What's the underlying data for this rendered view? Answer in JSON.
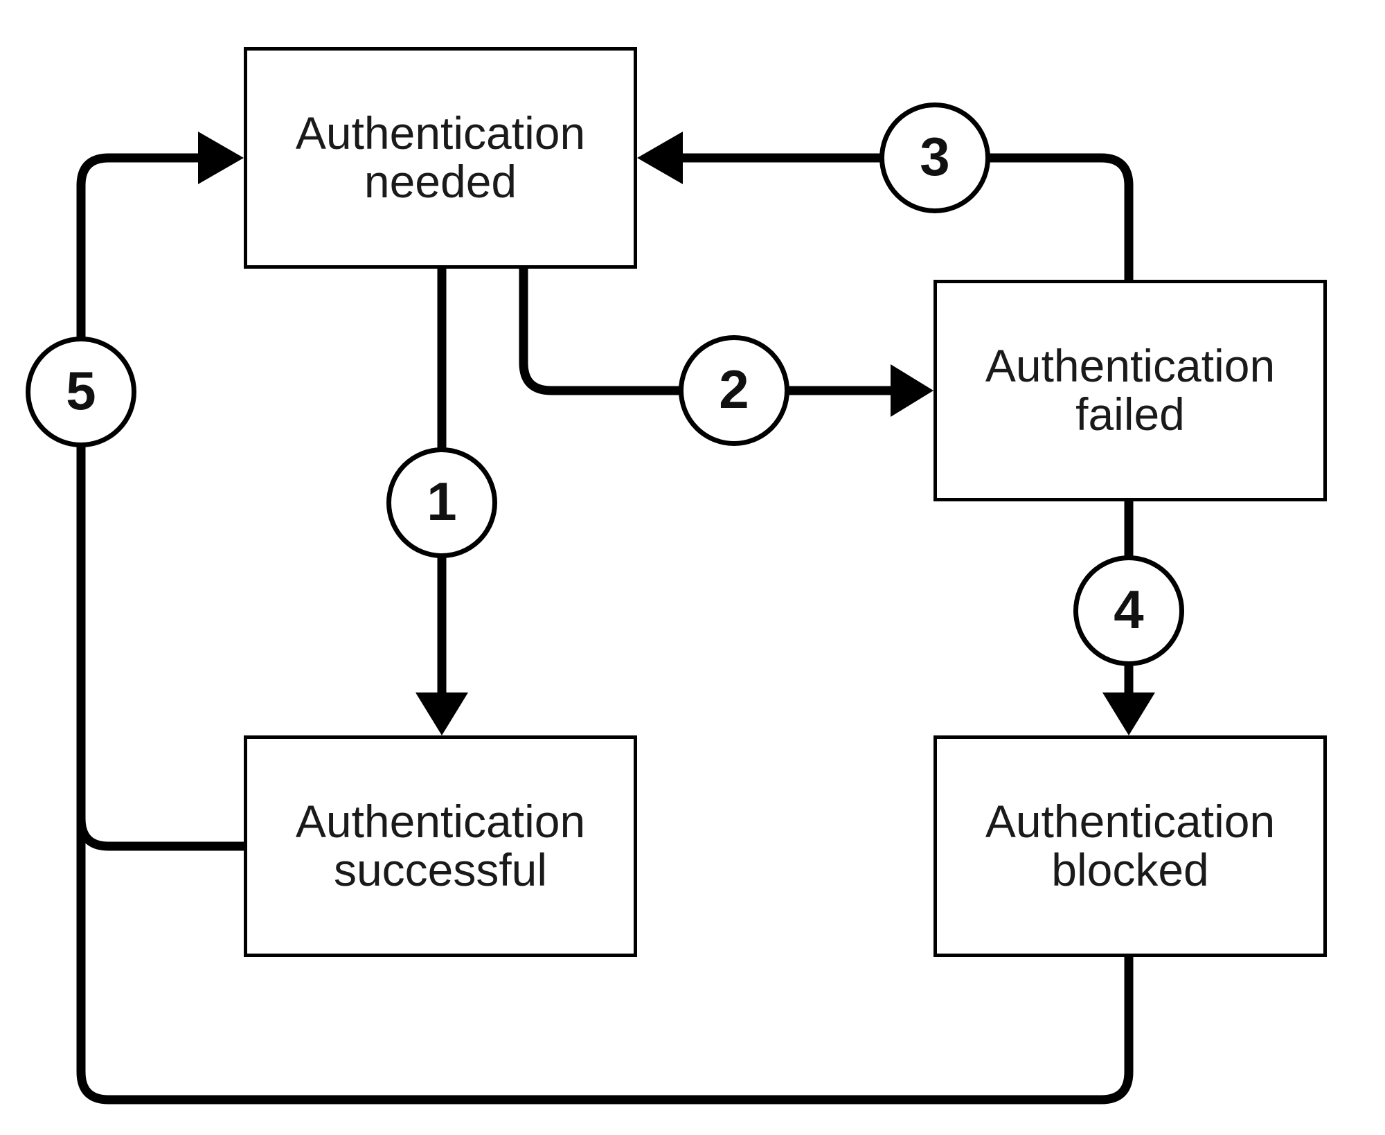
{
  "diagram": {
    "type": "state-diagram",
    "colors": {
      "background": "#ffffff",
      "stroke": "#000000",
      "text": "#1a1a1a"
    },
    "nodes": [
      {
        "id": "authentication-needed",
        "label": "Authentication needed"
      },
      {
        "id": "authentication-failed",
        "label": "Authentication failed"
      },
      {
        "id": "authentication-successful",
        "label": "Authentication successful"
      },
      {
        "id": "authentication-blocked",
        "label": "Authentication blocked"
      }
    ],
    "edges": [
      {
        "number": "1",
        "from": "authentication-needed",
        "to": "authentication-successful"
      },
      {
        "number": "2",
        "from": "authentication-needed",
        "to": "authentication-failed"
      },
      {
        "number": "3",
        "from": "authentication-failed",
        "to": "authentication-needed"
      },
      {
        "number": "4",
        "from": "authentication-failed",
        "to": "authentication-blocked"
      },
      {
        "number": "5",
        "from": "authentication-successful",
        "to": "authentication-needed"
      }
    ]
  }
}
